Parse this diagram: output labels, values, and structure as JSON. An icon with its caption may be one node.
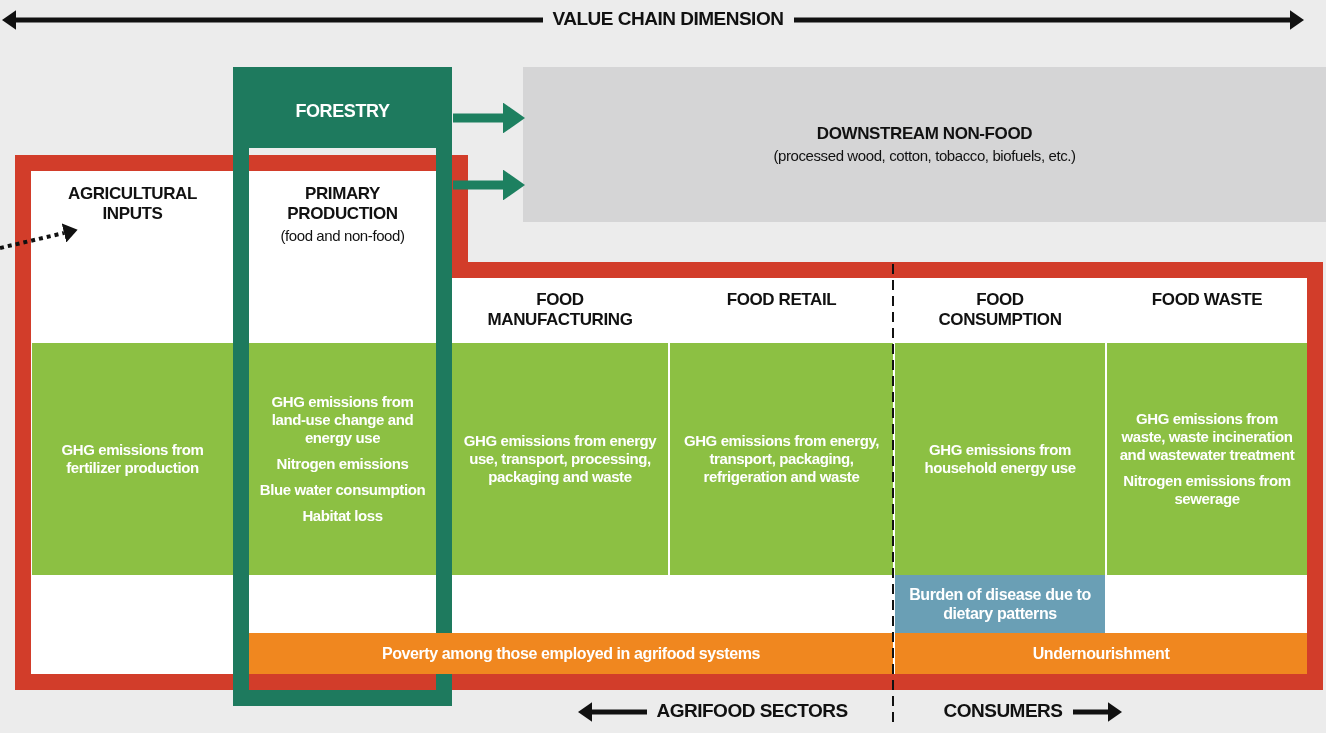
{
  "diagram": {
    "nodes": [
      {
        "text": [
          "FORESTRY"
        ]
      },
      {
        "text": [
          "DOWNSTREAM NON-FOOD",
          "(processed wood, cotton, tobacco, biofuels, etc.)"
        ]
      },
      {
        "text": [
          "AGRICULTURAL INPUTS"
        ]
      },
      {
        "text": [
          "GHG emissions from fertilizer production"
        ]
      },
      {
        "text": [
          "PRIMARY PRODUCTION",
          "(food and non-food)"
        ]
      },
      {
        "text": [
          "GHG emissions from land-use change and energy use",
          "Nitrogen emissions",
          "Blue water consumption",
          "Habitat loss"
        ],
        "in": 4
      },
      {
        "text": [
          "FOOD MANUFACTURING"
        ]
      },
      {
        "text": [
          "GHG emissions from energy use, transport, processing, packaging and waste"
        ]
      },
      {
        "text": [
          "FOOD RETAIL"
        ]
      },
      {
        "text": [
          "GHG emissions from energy, transport, packaging, refrigeration and waste"
        ]
      },
      {
        "text": [
          "FOOD CONSUMPTION"
        ]
      },
      {
        "text": [
          "GHG emissions from household energy use"
        ]
      },
      {
        "text": [
          "FOOD WASTE"
        ]
      },
      {
        "text": [
          "GHG emissions from waste, waste incineration and wastewater treatment",
          "Nitrogen emissions from sewerage"
        ]
      },
      {
        "text": [
          "Burden of disease due to dietary patterns"
        ]
      },
      {
        "text": [
          "Poverty among those employed in agrifood systems"
        ]
      },
      {
        "text": [
          "Undernourishment"
        ]
      }
    ],
    "edges": [
      {
        "from": 0,
        "to": 1,
        "arrow": "to"
      },
      {
        "from": 4,
        "to": 1,
        "arrow": "to"
      },
      {
        "from": null,
        "to": 2,
        "arrow": "to",
        "style": "dashed",
        "color": "#111111"
      }
    ],
    "labels": [
      "VALUE CHAIN DIMENSION",
      "AGRIFOOD SECTORS",
      "CONSUMERS"
    ]
  }
}
